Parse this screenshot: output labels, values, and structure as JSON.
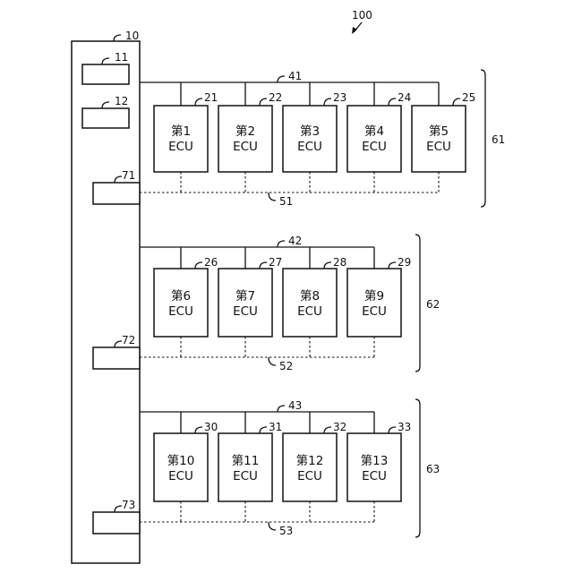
{
  "figure_ref": "100",
  "controller": {
    "ref": "10",
    "blocks": [
      {
        "ref": "11"
      },
      {
        "ref": "12"
      }
    ]
  },
  "groups": [
    {
      "ref": "61",
      "bus_ref": "41",
      "dashed_ref": "51",
      "interface_ref": "71",
      "ecus": [
        {
          "ref": "21",
          "line1": "第1",
          "line2": "ECU"
        },
        {
          "ref": "22",
          "line1": "第2",
          "line2": "ECU"
        },
        {
          "ref": "23",
          "line1": "第3",
          "line2": "ECU"
        },
        {
          "ref": "24",
          "line1": "第4",
          "line2": "ECU"
        },
        {
          "ref": "25",
          "line1": "第5",
          "line2": "ECU"
        }
      ]
    },
    {
      "ref": "62",
      "bus_ref": "42",
      "dashed_ref": "52",
      "interface_ref": "72",
      "ecus": [
        {
          "ref": "26",
          "line1": "第6",
          "line2": "ECU"
        },
        {
          "ref": "27",
          "line1": "第7",
          "line2": "ECU"
        },
        {
          "ref": "28",
          "line1": "第8",
          "line2": "ECU"
        },
        {
          "ref": "29",
          "line1": "第9",
          "line2": "ECU"
        }
      ]
    },
    {
      "ref": "63",
      "bus_ref": "43",
      "dashed_ref": "53",
      "interface_ref": "73",
      "ecus": [
        {
          "ref": "30",
          "line1": "第10",
          "line2": "ECU"
        },
        {
          "ref": "31",
          "line1": "第11",
          "line2": "ECU"
        },
        {
          "ref": "32",
          "line1": "第12",
          "line2": "ECU"
        },
        {
          "ref": "33",
          "line1": "第13",
          "line2": "ECU"
        }
      ]
    }
  ]
}
